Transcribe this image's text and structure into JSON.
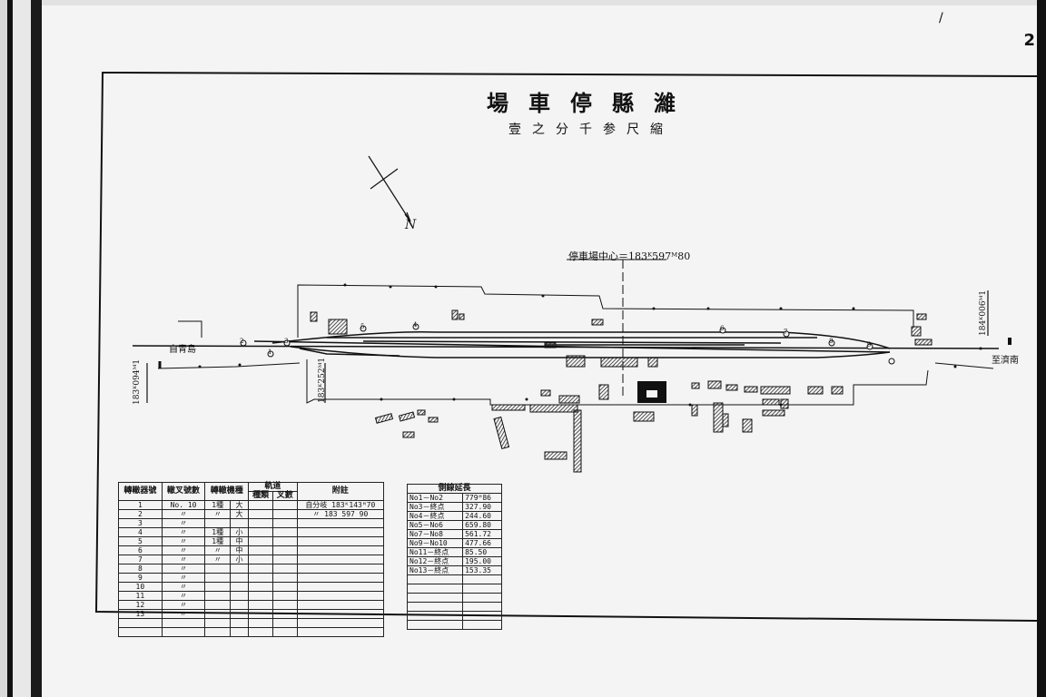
{
  "page_number": "2",
  "corner_mark": "/",
  "map": {
    "title": "場車停縣濰",
    "scale": "壹之分千参尺縮",
    "north_label": "N",
    "center_label": "停車場中心＝183ᴷ597ᴹ80",
    "station_left": "自青島",
    "station_right": "至濟南",
    "km_left": "183ᴷ094ᴹ1",
    "km_mid": "183ᴷ252ᴹ1",
    "km_right": "184ᴷ006ᴹ1",
    "point_labels": [
      "2",
      "1",
      "3",
      "5",
      "4",
      "6",
      "7",
      "8",
      "9",
      "10",
      "11",
      "12",
      "13"
    ]
  },
  "switch_table": {
    "headers": [
      "轉轍器號",
      "轍叉號數",
      "轉轍機種",
      "軌道",
      "附註"
    ],
    "subheaders": [
      "種類",
      "叉數"
    ],
    "rows": [
      [
        "1",
        "No. 10",
        "1種",
        "大",
        "",
        "",
        "自分岐 183ᴷ143ᴹ70"
      ],
      [
        "2",
        "〃",
        "〃",
        "大",
        "",
        "",
        "〃 183 597 90"
      ],
      [
        "3",
        "〃",
        "",
        "",
        "",
        "",
        ""
      ],
      [
        "4",
        "〃",
        "1種",
        "小",
        "",
        "",
        ""
      ],
      [
        "5",
        "〃",
        "1種",
        "中",
        "",
        "",
        ""
      ],
      [
        "6",
        "〃",
        "〃",
        "中",
        "",
        "",
        ""
      ],
      [
        "7",
        "〃",
        "〃",
        "小",
        "",
        "",
        ""
      ],
      [
        "8",
        "〃",
        "",
        "",
        "",
        "",
        ""
      ],
      [
        "9",
        "〃",
        "",
        "",
        "",
        "",
        ""
      ],
      [
        "10",
        "〃",
        "",
        "",
        "",
        "",
        ""
      ],
      [
        "11",
        "〃",
        "",
        "",
        "",
        "",
        ""
      ],
      [
        "12",
        "〃",
        "",
        "",
        "",
        "",
        ""
      ],
      [
        "13",
        "〃",
        "",
        "",
        "",
        "",
        ""
      ]
    ]
  },
  "length_table": {
    "title": "側線延長",
    "rows": [
      [
        "No1－No2",
        "779ᴹ86"
      ],
      [
        "No3－終点",
        "327.90"
      ],
      [
        "No4－終点",
        "244.60"
      ],
      [
        "No5－No6",
        "659.80"
      ],
      [
        "No7－No8",
        "561.72"
      ],
      [
        "No9－No10",
        "477.66"
      ],
      [
        "No11－終点",
        "85.50"
      ],
      [
        "No12－終点",
        "195.00"
      ],
      [
        "No13－終点",
        "153.35"
      ]
    ]
  }
}
